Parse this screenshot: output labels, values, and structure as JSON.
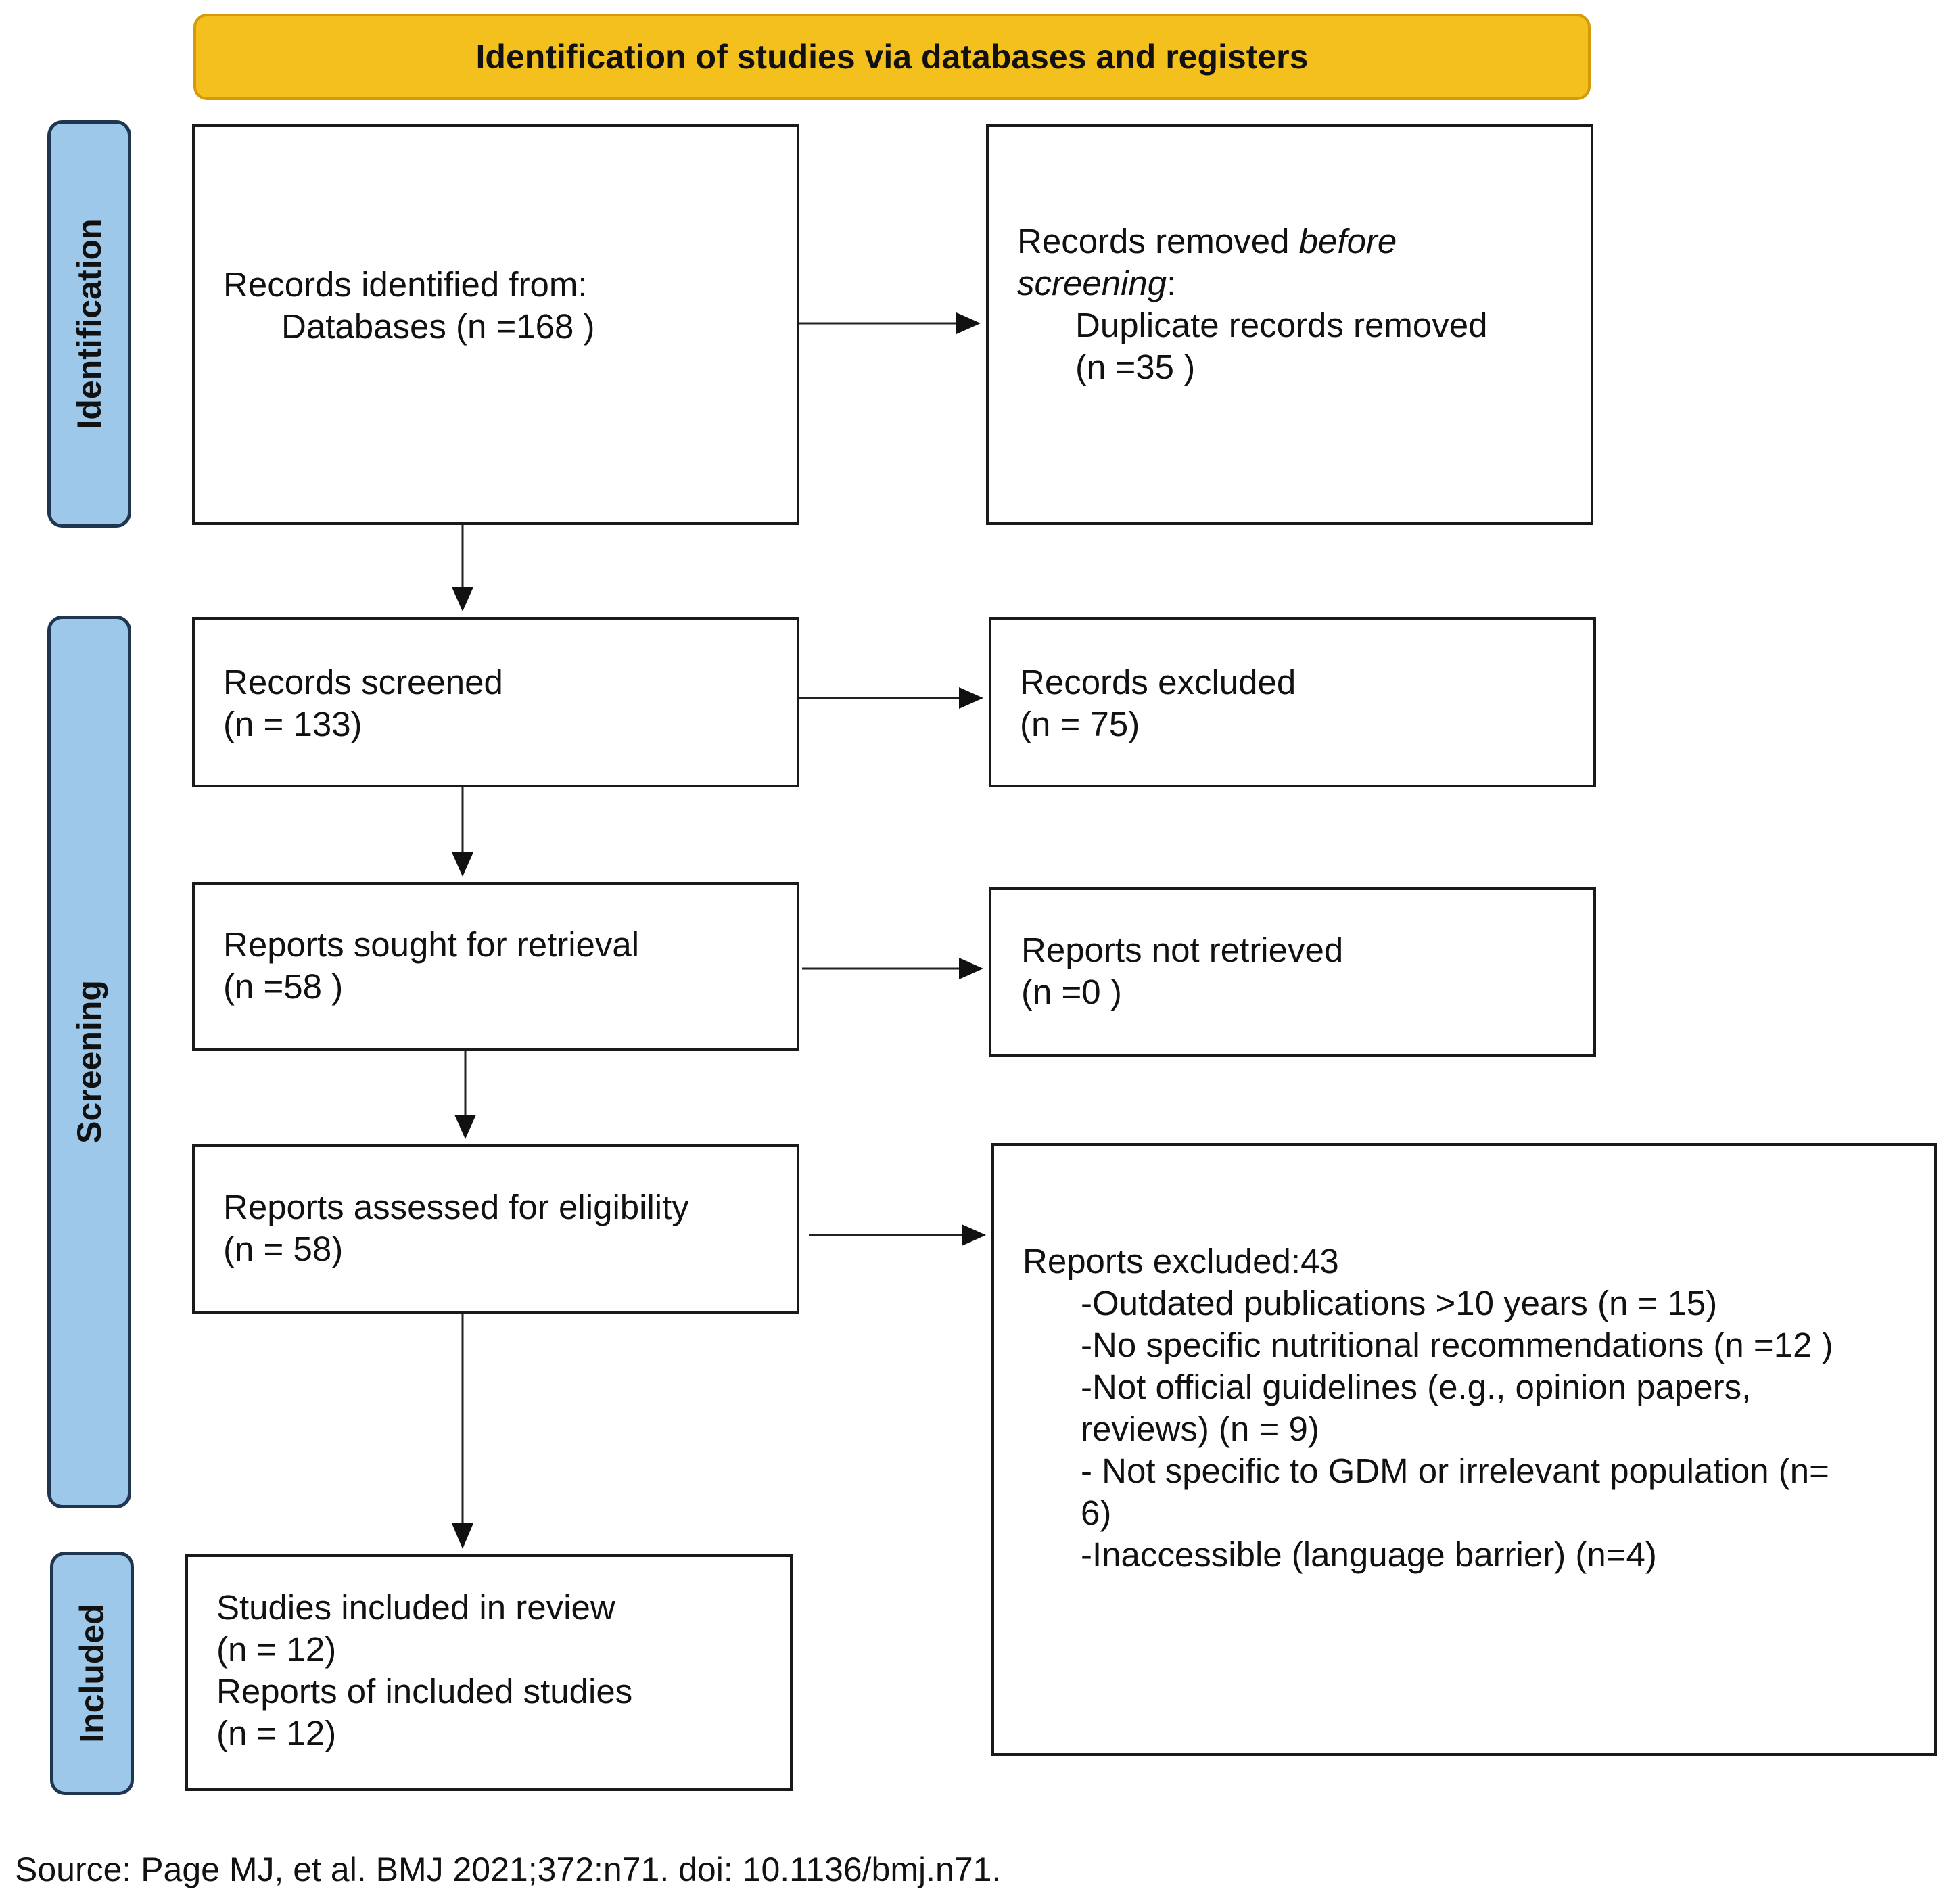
{
  "header": {
    "title": "Identification of studies via databases and registers"
  },
  "phases": {
    "identification": "Identification",
    "screening": "Screening",
    "included": "Included"
  },
  "identification": {
    "records_identified": {
      "line1": "Records identified from:",
      "line2": "Databases (n =168 )"
    },
    "records_removed": {
      "line1_prefix": "Records removed ",
      "line1_italic": "before",
      "line2_italic": "screening",
      "line2_suffix": ":",
      "line3": "Duplicate records removed",
      "line4": "(n =35 )"
    }
  },
  "screening": {
    "records_screened": {
      "label": "Records screened",
      "count": "(n = 133)"
    },
    "records_excluded": {
      "label": "Records excluded",
      "count": "(n = 75)"
    },
    "reports_sought": {
      "label": "Reports sought for retrieval",
      "count": "(n =58 )"
    },
    "reports_not_retrieved": {
      "label": "Reports not retrieved",
      "count": "(n =0 )"
    },
    "reports_assessed": {
      "label": "Reports assessed for eligibility",
      "count": "(n = 58)"
    },
    "reports_excluded": {
      "title": "Reports excluded:43",
      "reasons": [
        "-Outdated publications >10 years  (n = 15)",
        "-No specific nutritional recommendations (n =12 )",
        "-Not official guidelines (e.g., opinion papers,",
        "reviews) (n = 9)",
        "- Not specific to GDM or irrelevant population (n=",
        "6)",
        "-Inaccessible (language barrier) (n=4)"
      ]
    }
  },
  "included": {
    "studies_label": "Studies included in review",
    "studies_count": "(n = 12)",
    "reports_label": "Reports of included studies",
    "reports_count": "(n = 12)"
  },
  "footer": {
    "source": "Source: Page MJ, et al. BMJ 2021;372:n71. doi: 10.1136/bmj.n71."
  },
  "colors": {
    "banner_fill": "#F4C01E",
    "phase_fill": "#9DC8EA",
    "box_border": "#1a1a1a"
  }
}
